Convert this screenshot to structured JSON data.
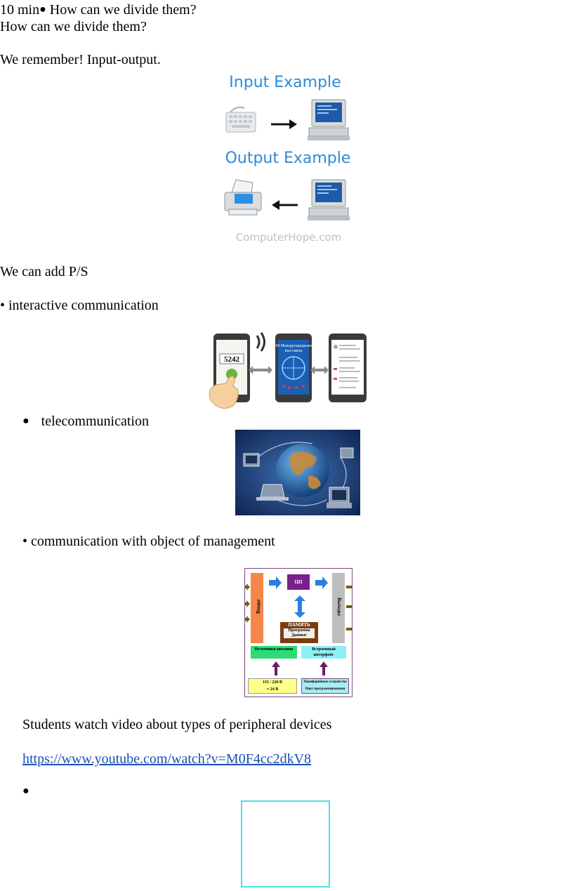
{
  "header": {
    "prefix": "10 min",
    "bullet": "●",
    "question": "How can we divide them?"
  },
  "subheading": "How can we divide them?",
  "remember": "We remember! Input-output.",
  "io_figure": {
    "input_title": "Input Example",
    "output_title": "Output Example",
    "watermark": "ComputerHope.com",
    "colors": {
      "title": "#2d8ad8",
      "watermark": "#c0c0c0"
    }
  },
  "add_ps": "We can add P/S",
  "items": {
    "interactive": "• interactive communication",
    "telecom_bullet": "●",
    "telecom": "telecommunication",
    "management": "• communication with object of management"
  },
  "phones_figure": {
    "code": "5242",
    "screen_title_1": "XII Международная",
    "screen_title_2": "выставка"
  },
  "management_figure": {
    "inputs": "Входы",
    "cpu": "ЦП",
    "outputs": "Выходы",
    "memory": "ПАМЯТЬ",
    "program": "Программа",
    "data": "Данные",
    "power": "Источники питания",
    "interface": "Встроенный интерфейс",
    "voltage_1": "115 / 220 В",
    "voltage_2": "= 24 В",
    "peripheral_1": "Периферийные устройства",
    "peripheral_2": "Порт программирования"
  },
  "video_text": "Students watch video about types of peripheral devices",
  "video_link": "https://www.youtube.com/watch?v=M0F4cc2dkV8",
  "last_bullet": "●"
}
